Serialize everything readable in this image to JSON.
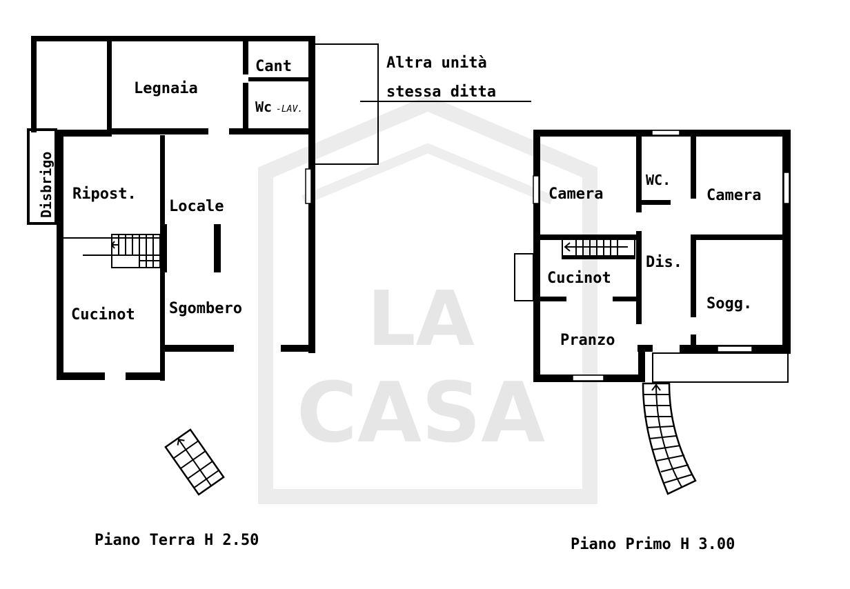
{
  "watermark": {
    "line1": "LA",
    "line2": "CASA"
  },
  "ground_floor": {
    "caption": "Piano Terra H 2.50",
    "rooms": {
      "disbrigo": "Disbrigo",
      "legnaia": "Legnaia",
      "cant": "Cant",
      "wc": "Wc",
      "wc_note": "-LAV.",
      "ripost": "Ripost.",
      "locale": "Locale",
      "cucinot": "Cucinot",
      "sgombero": "Sgombero"
    },
    "note": {
      "line1": "Altra unità",
      "line2": "stessa ditta"
    }
  },
  "first_floor": {
    "caption": "Piano Primo H 3.00",
    "rooms": {
      "camera_left": "Camera",
      "wc": "WC.",
      "camera_right": "Camera",
      "dis": "Dis.",
      "cucinot": "Cucinot",
      "sogg": "Sogg.",
      "pranzo": "Pranzo"
    }
  }
}
